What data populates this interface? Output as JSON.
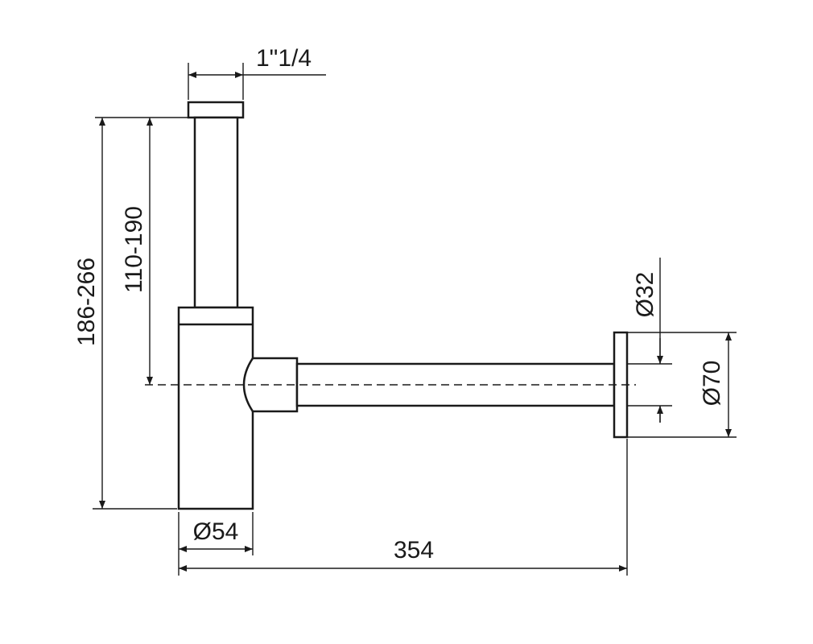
{
  "dimensions": {
    "tailpiece_thread": "1\"1/4",
    "overall_height": "186-266",
    "outlet_height": "110-190",
    "outlet_pipe_diameter": "Ø32",
    "wall_flange_diameter": "Ø70",
    "body_diameter": "Ø54",
    "overall_length": "354"
  },
  "colors": {
    "line": "#1a1a1a",
    "background": "#ffffff"
  }
}
